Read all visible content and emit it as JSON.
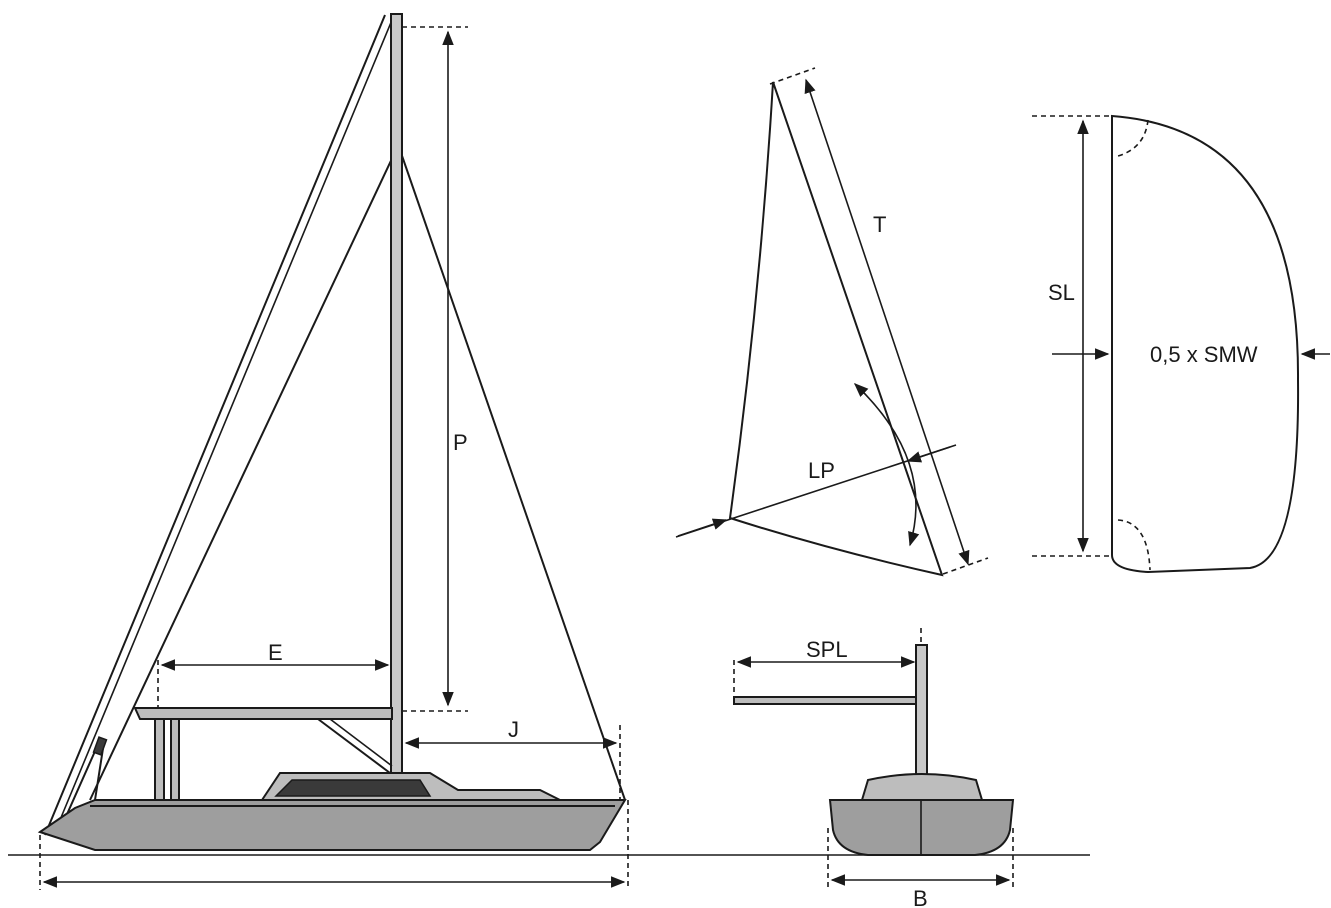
{
  "labels": {
    "p": "P",
    "e": "E",
    "j": "J",
    "t": "T",
    "lp": "LP",
    "sl": "SL",
    "smw": "0,5 x SMW",
    "spl": "SPL",
    "b": "B"
  },
  "colors": {
    "ink": "#1a1a1a",
    "hull": "#9e9e9e",
    "deck": "#bdbdbd",
    "background": "#ffffff"
  }
}
